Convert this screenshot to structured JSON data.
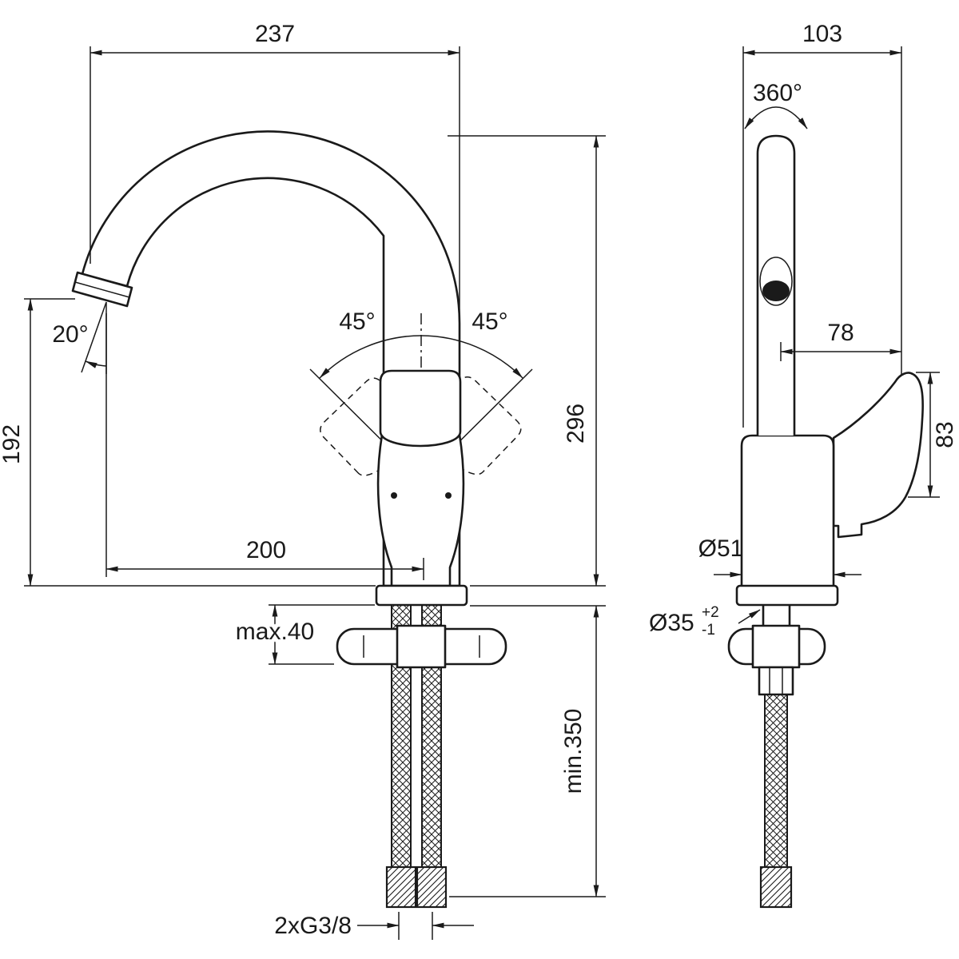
{
  "drawing": {
    "type": "technical-dimension-drawing",
    "subject": "single-lever kitchen mixer tap, front view and side view",
    "line_color": "#1a1a1a",
    "background": "#ffffff",
    "front_view": {
      "spout_width": "237",
      "outlet_height": "192",
      "total_height": "296",
      "outlet_reach": "200",
      "outlet_angle": "20°",
      "swivel_left": "45°",
      "swivel_right": "45°",
      "deck_max": "max.40",
      "hose_min": "min.350",
      "hose_thread": "2xG3/8"
    },
    "side_view": {
      "depth": "103",
      "rotation": "360°",
      "handle_reach": "78",
      "handle_height": "83",
      "base_dia": "Ø51",
      "hole_dia": "Ø35",
      "hole_tol_up": "+2",
      "hole_tol_dn": "-1"
    }
  }
}
